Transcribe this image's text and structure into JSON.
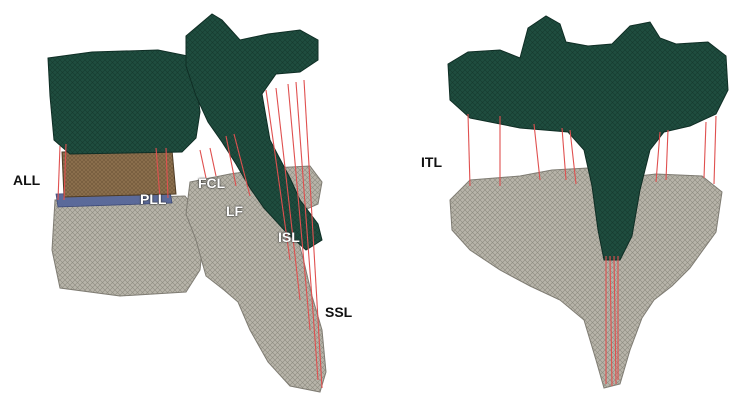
{
  "labels": {
    "all": "ALL",
    "pll": "PLL",
    "fcl": "FCL",
    "lf": "LF",
    "isl": "ISL",
    "ssl": "SSL",
    "itl": "ITL"
  },
  "colors": {
    "bone_green": "#1f4d3f",
    "bone_grey": "#b4b1a6",
    "disc_brown": "#8a6e4c",
    "endplate_blue": "#5b6a9a",
    "ligament_red": "#e0504f",
    "background": "#ffffff"
  },
  "views": [
    "lateral-view",
    "posterior-view"
  ]
}
